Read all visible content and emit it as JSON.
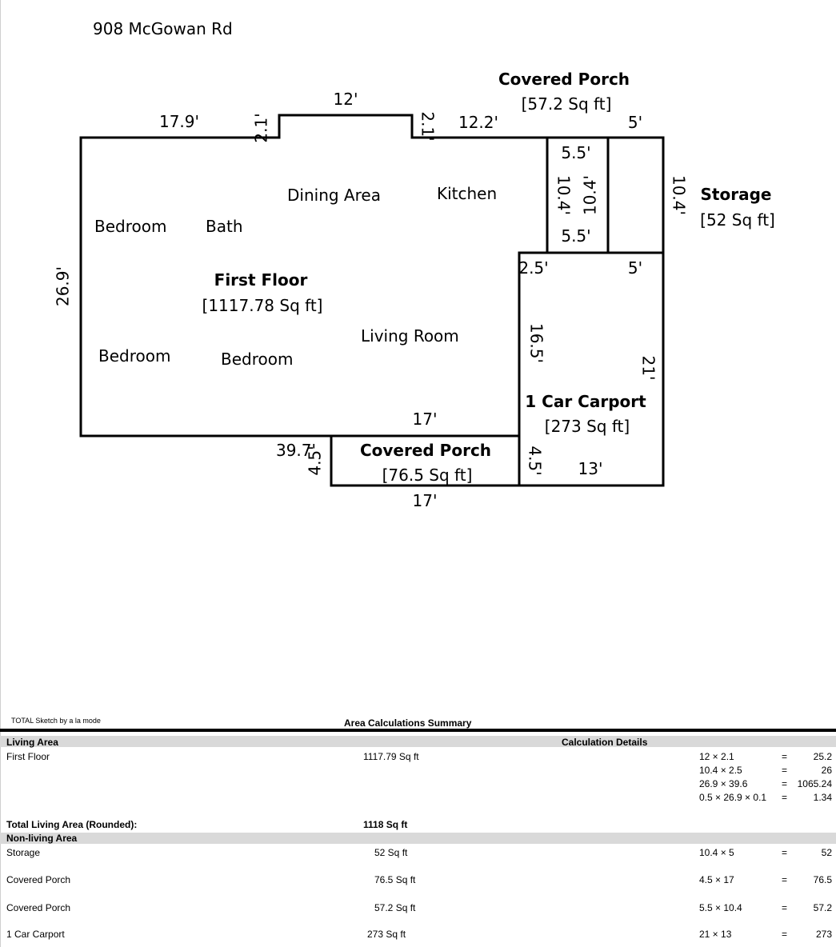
{
  "address": "908 McGowan Rd",
  "plan": {
    "first_floor": {
      "title": "First Floor",
      "area": "[1117.78 Sq ft]"
    },
    "rooms": [
      "Bedroom",
      "Bath",
      "Dining Area",
      "Kitchen",
      "Bedroom",
      "Bedroom",
      "Living Room"
    ],
    "covered_porch_top": {
      "title": "Covered Porch",
      "area": "[57.2 Sq ft]"
    },
    "storage": {
      "title": "Storage",
      "area": "[52 Sq ft]"
    },
    "carport": {
      "title": "1 Car Carport",
      "area": "[273 Sq ft]"
    },
    "covered_porch_bottom": {
      "title": "Covered Porch",
      "area": "[76.5 Sq ft]"
    },
    "dimensions": {
      "top_left": "17.9'",
      "bump_left": "2.1'",
      "bump_top": "12'",
      "bump_right": "2.1'",
      "top_right": "12.2'",
      "porch_top": "5.5'",
      "porch_left": "10.4'",
      "porch_right": "10.4'",
      "porch_bottom": "5.5'",
      "storage_top": "5'",
      "storage_right": "10.4'",
      "left_wall": "26.9'",
      "carport_corner": "2.5'",
      "carport_top": "5'",
      "carport_left": "16.5'",
      "carport_right": "21'",
      "house_bottom": "17'",
      "bottom_left": "39.7'",
      "porch_bottom_left": "4.5'",
      "porch_bottom_right": "4.5'",
      "carport_bottom": "13'",
      "porch_bottom_width": "17'"
    }
  },
  "summary": {
    "credit": "TOTAL Sketch by a la mode",
    "title": "Area Calculations Summary",
    "living_header": "Living Area",
    "details_header": "Calculation Details",
    "first_floor_name": "First Floor",
    "first_floor_area": "1117.79 Sq ft",
    "first_floor_calcs": [
      {
        "expr": "12 × 2.1",
        "eq": "=",
        "val": "25.2"
      },
      {
        "expr": "10.4 × 2.5",
        "eq": "=",
        "val": "26"
      },
      {
        "expr": "26.9 × 39.6",
        "eq": "=",
        "val": "1065.24"
      },
      {
        "expr": "0.5 × 26.9 × 0.1",
        "eq": "=",
        "val": "1.34"
      }
    ],
    "total_label": "Total Living Area (Rounded):",
    "total_value": "1118 Sq ft",
    "nonliving_header": "Non-living Area",
    "nonliving": [
      {
        "name": "Storage",
        "area": "52 Sq ft",
        "expr": "10.4 × 5",
        "eq": "=",
        "val": "52"
      },
      {
        "name": "Covered Porch",
        "area": "76.5 Sq ft",
        "expr": "4.5 × 17",
        "eq": "=",
        "val": "76.5"
      },
      {
        "name": "Covered Porch",
        "area": "57.2 Sq ft",
        "expr": "5.5 × 10.4",
        "eq": "=",
        "val": "57.2"
      },
      {
        "name": "1 Car Carport",
        "area": "273 Sq ft",
        "expr": "21 × 13",
        "eq": "=",
        "val": "273"
      }
    ]
  }
}
